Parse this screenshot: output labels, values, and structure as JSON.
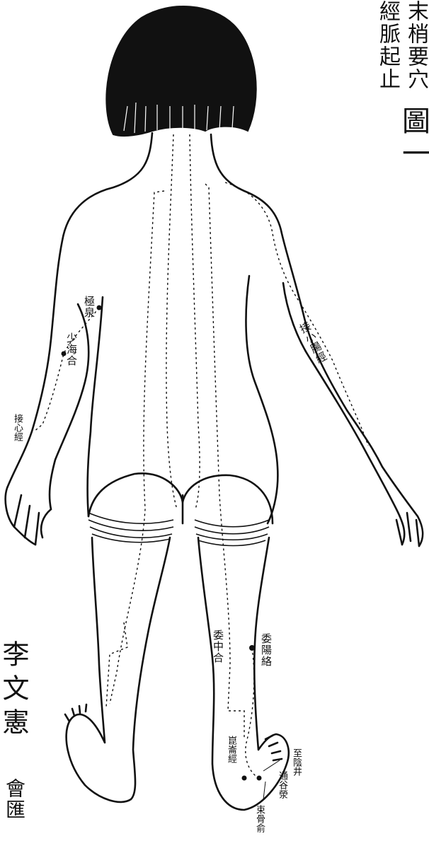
{
  "title": {
    "col1": "末梢要穴",
    "col2": "經脈起止",
    "col3": "圖一"
  },
  "author": {
    "col1": "李文憲",
    "col2": "會匯"
  },
  "labels": {
    "a": "極泉",
    "b": "少海合",
    "c": "接心經",
    "d": "接小腸經",
    "e": "委中合",
    "f": "委陽絡",
    "g": "崑崙經",
    "h": "至陰井",
    "i": "通谷滎",
    "j": "束骨俞"
  },
  "colors": {
    "ink": "#111111",
    "paper": "#ffffff"
  }
}
